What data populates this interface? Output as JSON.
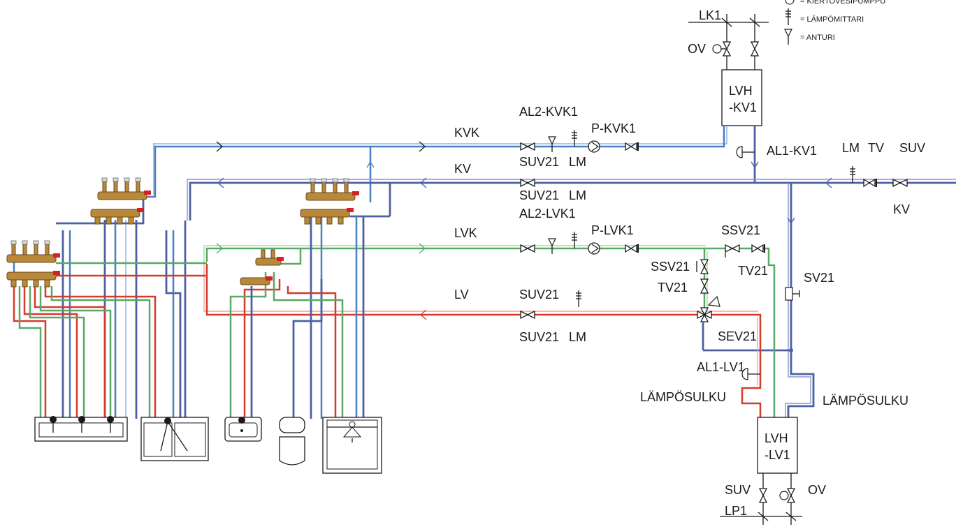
{
  "legend": {
    "pump": "= KIERTOVESIPUMPPU",
    "meter": "= LÄMPÖMITTARI",
    "sensor": "= ANTURI"
  },
  "labels": {
    "lk1": "LK1",
    "ov_top": "OV",
    "lvh_kv1_a": "LVH",
    "lvh_kv1_b": "-KV1",
    "al2_kvk1": "AL2-KVK1",
    "p_kvk1": "P-KVK1",
    "kvk": "KVK",
    "suv21_a": "SUV21",
    "lm_a": "LM",
    "al1_kv1": "AL1-KV1",
    "lm_r": "LM",
    "tv_r": "TV",
    "suv_r": "SUV",
    "kv_line": "KV",
    "suv21_b": "SUV21",
    "lm_b": "LM",
    "kv_r": "KV",
    "al2_lvk1": "AL2-LVK1",
    "p_lvk1": "P-LVK1",
    "lvk": "LVK",
    "ssv21_a": "SSV21",
    "ssv21_b": "SSV21",
    "tv21_a": "TV21",
    "tv21_b": "TV21",
    "sv21": "SV21",
    "lv": "LV",
    "suv21_c": "SUV21",
    "suv21_d": "SUV21",
    "lm_c": "LM",
    "sev21": "SEV21",
    "al1_lv1": "AL1-LV1",
    "lamposulku_l": "LÄMPÖSULKU",
    "lamposulku_r": "LÄMPÖSULKU",
    "lvh_lv1_a": "LVH",
    "lvh_lv1_b": "-LV1",
    "suv_b": "SUV",
    "ov_b": "OV",
    "lp1": "LP1"
  },
  "colors": {
    "cold_circulation": "#4a7fc0",
    "cold_water": "#4b61a3",
    "hot_circulation": "#5aa865",
    "hot_water": "#d63a2e"
  }
}
